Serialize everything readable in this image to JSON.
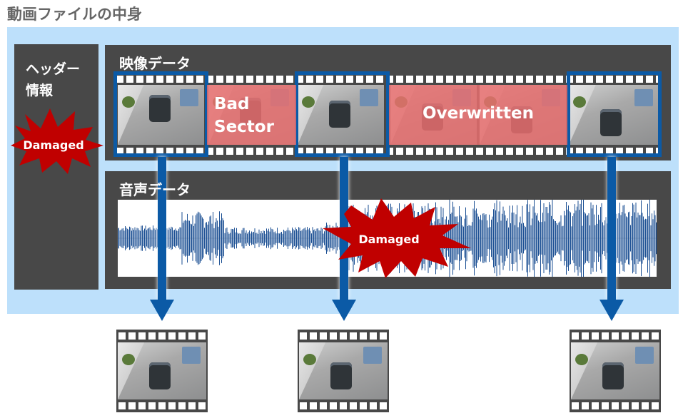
{
  "title": "動画ファイルの中身",
  "header_block": {
    "label_line1": "ヘッダー",
    "label_line2": "情報",
    "damage_label": "Damaged"
  },
  "video_block": {
    "label": "映像データ",
    "bad_sector_line1": "Bad",
    "bad_sector_line2": "Sector",
    "overwritten_label": "Overwritten"
  },
  "audio_block": {
    "label": "音声データ",
    "damage_label": "Damaged"
  },
  "colors": {
    "highlight": "#0b5aa6",
    "damage": "#c00000",
    "panel": "#bde0fb",
    "block": "#484848",
    "corrupt": "#e86e6e"
  }
}
